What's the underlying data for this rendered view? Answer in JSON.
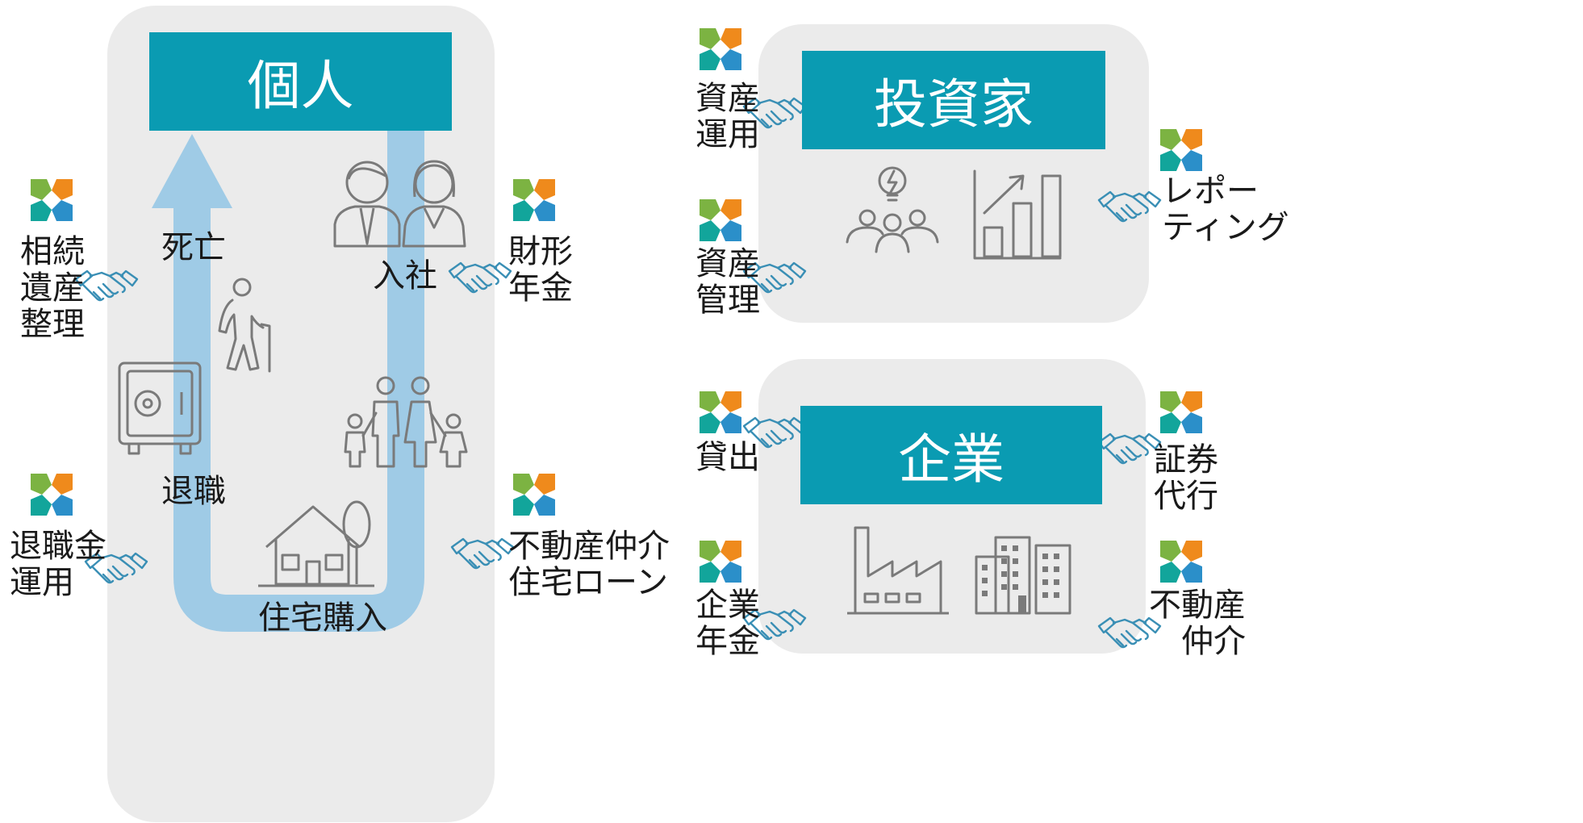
{
  "colors": {
    "panel": "#ebebeb",
    "teal": "#0a9bb2",
    "arrow": "#9fcbe6",
    "icon_gray": "#7a7a7a",
    "handshake": "#3a8fb5",
    "logo_green": "#7cb342",
    "logo_orange": "#ef8a1c",
    "logo_blue": "#2b8fc9",
    "logo_teal": "#12a59b"
  },
  "individual": {
    "title": "個人",
    "stages": {
      "join": "入社",
      "home": "住宅購入",
      "retire": "退職",
      "death": "死亡"
    },
    "icons": [
      "couple-icon",
      "family-icon",
      "house-icon",
      "elderly-icon",
      "safe-icon"
    ]
  },
  "investor": {
    "title": "投資家",
    "icons": [
      "idea-team-icon",
      "growth-chart-icon"
    ]
  },
  "corporate": {
    "title": "企業",
    "icons": [
      "factory-icon",
      "office-buildings-icon"
    ]
  },
  "services": {
    "inheritance": "相続\n遺産\n整理",
    "retirement_fund": "退職金\n運用",
    "savings_pension": "財形\n年金",
    "realestate_loan": "不動産仲介\n住宅ローン",
    "asset_management_1": "資産\n運用",
    "asset_management_2": "資産\n管理",
    "reporting": "レポー\nティング",
    "lending": "貸出",
    "corporate_pension": "企業\n年金",
    "transfer_agent": "証券\n代行",
    "realestate_brokerage": "不動産\n仲介"
  }
}
